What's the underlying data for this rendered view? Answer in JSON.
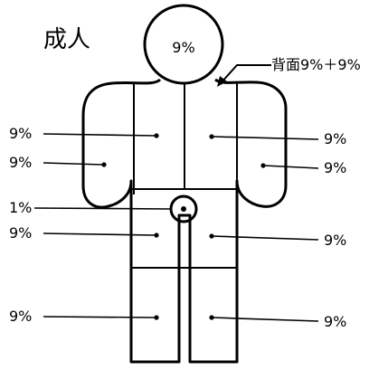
{
  "title": "成人",
  "head_label": "9%",
  "back_label": "背面9%＋9%",
  "labels": {
    "left_upper_arm": "9%",
    "left_forearm": "9%",
    "genital": "1%",
    "left_thigh": "9%",
    "left_lower_leg": "9%",
    "right_upper_arm": "9%",
    "right_forearm": "9%",
    "right_thigh": "9%",
    "right_lower_leg": "9%"
  }
}
